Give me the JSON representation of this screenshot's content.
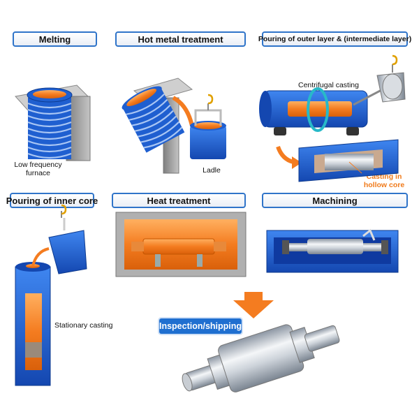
{
  "steps": {
    "melting": "Melting",
    "hot_metal": "Hot metal treatment",
    "pouring_outer": "Pouring of outer layer & (intermediate layer)",
    "pouring_inner": "Pouring of inner core",
    "heat_treatment": "Heat treatment",
    "machining": "Machining",
    "inspection": "Inspection/shipping"
  },
  "captions": {
    "furnace_line1": "Low frequency",
    "furnace_line2": "furnace",
    "ladle": "Ladle",
    "centrifugal": "Centrifugal casting",
    "hollow_line1": "Casting in",
    "hollow_line2": "hollow core",
    "stationary": "Stationary casting"
  },
  "colors": {
    "blue": "#1f5fd0",
    "orange": "#f47c20",
    "gray": "#9a9a9a"
  }
}
